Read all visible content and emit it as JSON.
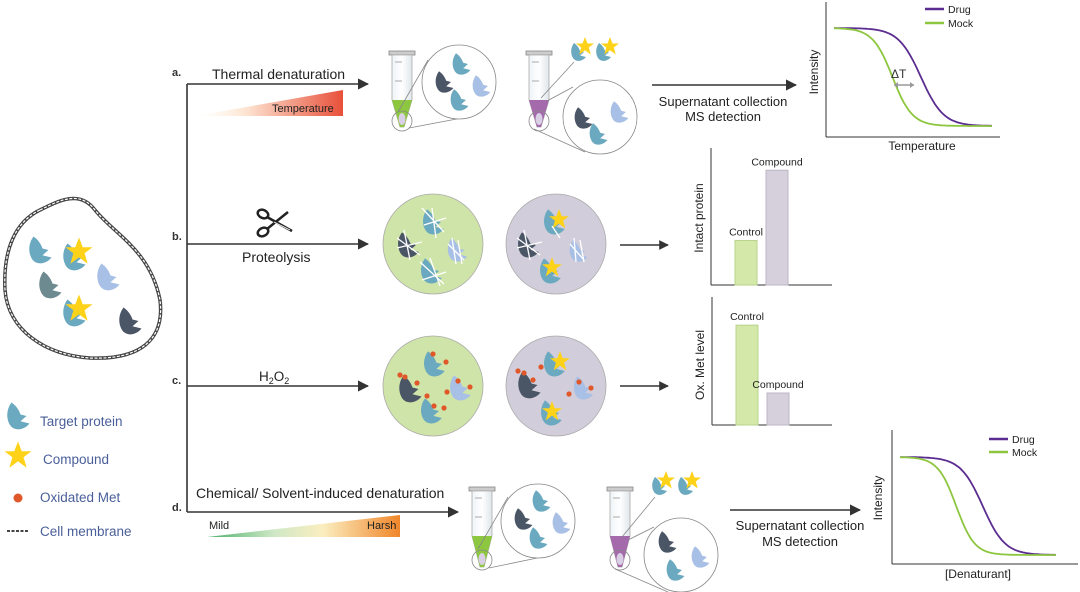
{
  "legend": {
    "items": [
      {
        "label": "Target protein",
        "icon": "target-protein-icon"
      },
      {
        "label": "Compound",
        "icon": "star-icon"
      },
      {
        "label": "Oxidated Met",
        "icon": "dot-icon"
      },
      {
        "label": "Cell membrane",
        "icon": "dashed-line-icon"
      }
    ]
  },
  "colors": {
    "protein_teal": "#6aa9bf",
    "protein_dark": "#4a5566",
    "protein_gray": "#6d8a90",
    "protein_light": "#a9c0e6",
    "compound": "#ffd21a",
    "oxidized": "#e0582a",
    "mock_green": "#8dc63f",
    "drug_purple": "#5c2d91",
    "bg_green": "#cfe4a8",
    "bg_purple": "#d2cdda",
    "legend_text": "#4a5f9a"
  },
  "panels": {
    "a": {
      "tag": "a.",
      "method": "Thermal denaturation",
      "gradient_label": "Temperature",
      "readout_line1": "Supernatant collection",
      "readout_line2": "MS detection"
    },
    "b": {
      "tag": "b.",
      "method": "Proteolysis",
      "icon": "scissors-icon"
    },
    "c": {
      "tag": "c.",
      "method_base": "H",
      "method_sub1": "2",
      "method_mid": "O",
      "method_sub2": "2"
    },
    "d": {
      "tag": "d.",
      "method": "Chemical/ Solvent-induced denaturation",
      "gradient_left": "Mild",
      "gradient_right": "Harsh",
      "readout_line1": "Supernatant collection",
      "readout_line2": "MS detection"
    }
  },
  "chart_data": [
    {
      "type": "line",
      "title": "",
      "xlabel": "Temperature",
      "ylabel": "Intensity",
      "annotation": "ΔT",
      "legend_position": "top-right",
      "series": [
        {
          "name": "Drug",
          "midpoint": 0.55,
          "slope": 14
        },
        {
          "name": "Mock",
          "midpoint": 0.37,
          "slope": 16
        }
      ]
    },
    {
      "type": "bar",
      "title": "",
      "xlabel": "",
      "ylabel": "Intact protein",
      "categories": [
        "Control",
        "Compound"
      ],
      "values": [
        0.33,
        0.85
      ],
      "ylim": [
        0,
        1
      ]
    },
    {
      "type": "bar",
      "title": "",
      "xlabel": "",
      "ylabel": "Ox. Met level",
      "categories": [
        "Control",
        "Compound"
      ],
      "values": [
        0.78,
        0.25
      ],
      "ylim": [
        0,
        1
      ]
    },
    {
      "type": "line",
      "title": "",
      "xlabel": "[Denaturant]",
      "ylabel": "Intensity",
      "legend_position": "top-right",
      "series": [
        {
          "name": "Drug",
          "midpoint": 0.53,
          "slope": 14
        },
        {
          "name": "Mock",
          "midpoint": 0.36,
          "slope": 17
        }
      ]
    }
  ]
}
